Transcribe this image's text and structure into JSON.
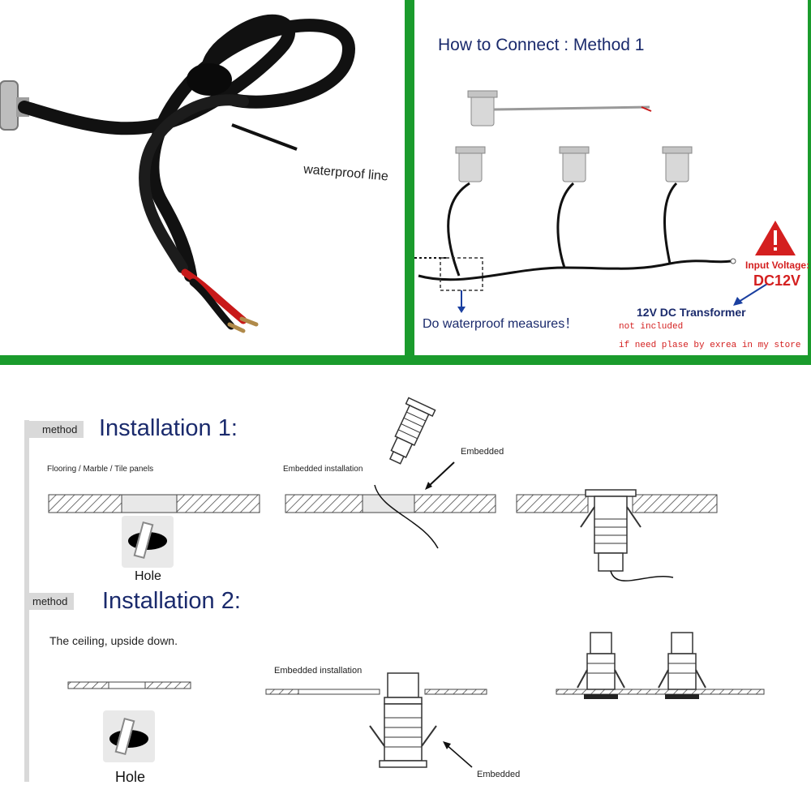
{
  "top_left": {
    "label": "waterproof line"
  },
  "top_right": {
    "title": "How to Connect : Method 1",
    "waterproof_note": "Do waterproof measures！",
    "input_voltage_label": "Input Voltage:",
    "input_voltage_value": "DC12V",
    "transformer_label": "12V DC Transformer",
    "not_included": "not included",
    "store_note": "if need plase by exrea in my store",
    "warning_icon": "warning-triangle-icon",
    "colors": {
      "divider_green": "#1a9b2c",
      "title_navy": "#1a2a6c",
      "warning_red": "#d41f1f"
    }
  },
  "install1": {
    "method_tab": "method",
    "title": "Installation 1:",
    "subtitle": "Flooring / Marble / Tile panels",
    "embedded_install": "Embedded installation",
    "embedded": "Embedded",
    "hole": "Hole"
  },
  "install2": {
    "method_tab": "method",
    "title": "Installation 2:",
    "subtitle": "The ceiling, upside down.",
    "embedded_install": "Embedded installation",
    "embedded": "Embedded",
    "hole": "Hole"
  }
}
